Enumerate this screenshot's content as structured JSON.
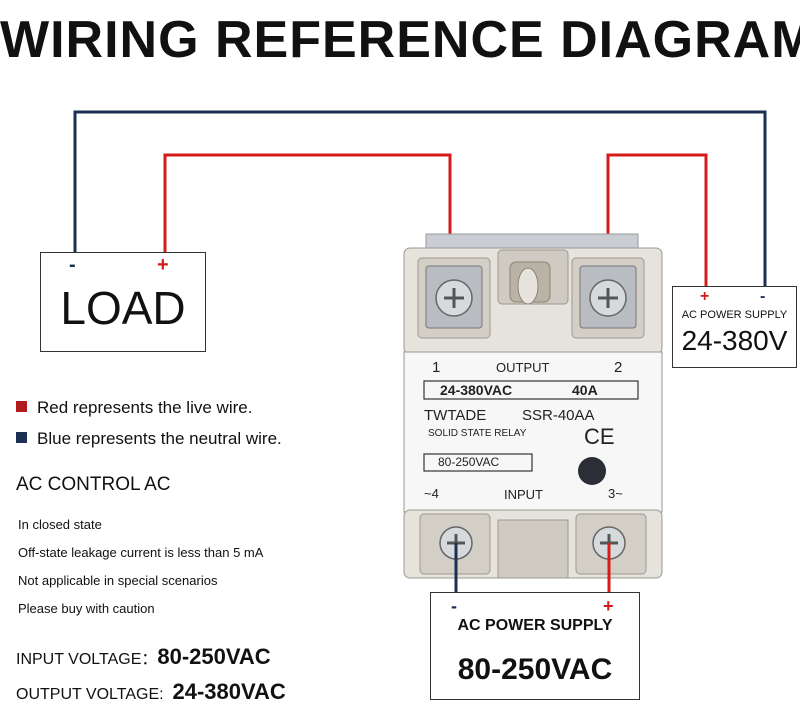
{
  "title": "WIRING REFERENCE DIAGRAM",
  "load": {
    "label": "LOAD",
    "neg": "-",
    "pos": "+"
  },
  "ac_output_supply": {
    "label": "AC POWER SUPPLY",
    "voltage": "24-380V",
    "pos": "+",
    "neg": "-"
  },
  "ac_input_supply": {
    "label": "AC POWER SUPPLY",
    "voltage": "80-250VAC",
    "neg": "-",
    "pos": "+"
  },
  "legend": [
    {
      "text": "Red represents the live wire.",
      "color": "#b01c1c"
    },
    {
      "text": "Blue represents the neutral wire.",
      "color": "#1b2f55"
    }
  ],
  "control_heading": "AC CONTROL AC",
  "notes": [
    "In closed state",
    "Off-state leakage current is less than 5 mA",
    "Not applicable in special scenarios",
    "Please buy with caution"
  ],
  "specs": {
    "input_label": "INPUT VOLTAGE：",
    "input_value": "80-250VAC",
    "output_label": "OUTPUT VOLTAGE:",
    "output_value": "24-380VAC"
  },
  "relay": {
    "terminal_1": "1",
    "terminal_2": "2",
    "output_label": "OUTPUT",
    "rating_voltage": "24-380VAC",
    "rating_current": "40A",
    "brand": "TWTADE",
    "model": "SSR-40AA",
    "description": "SOLID STATE RELAY",
    "ce_mark": "CE",
    "input_voltage": "80-250VAC",
    "terminal_4": "~4",
    "input_label": "INPUT",
    "terminal_3": "3~"
  },
  "colors": {
    "live_wire": "#d61b1b",
    "neutral_wire": "#1b2f55",
    "relay_body": "#e6e3dc",
    "relay_label": "#f6f7f6"
  }
}
